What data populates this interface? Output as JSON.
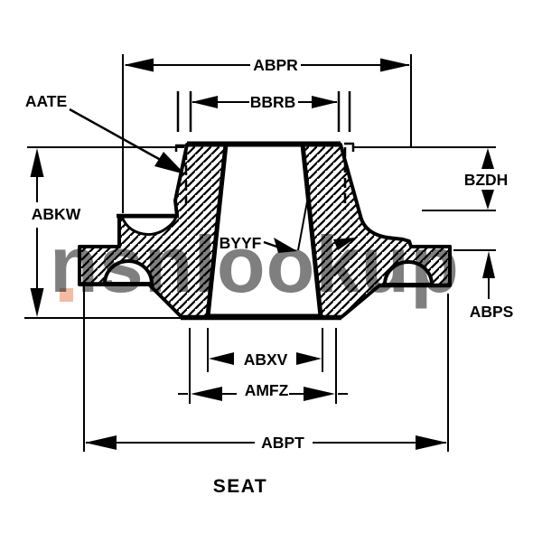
{
  "drawing": {
    "title": "SEAT",
    "type": "technical-cross-section",
    "ink_color": "#000000",
    "background_color": "#ffffff",
    "dimension_labels": {
      "abpr": "ABPR",
      "bbrb": "BBRB",
      "aate": "AATE",
      "abkw": "ABKW",
      "bzdh": "BZDH",
      "byyf": "BYYF",
      "abps": "ABPS",
      "abxv": "ABXV",
      "amfz": "AMFZ",
      "abpt": "ABPT"
    },
    "watermark": {
      "text": "nsnlookup",
      "text_color": "#9fb0cc",
      "dot_color": "#efa481"
    }
  }
}
